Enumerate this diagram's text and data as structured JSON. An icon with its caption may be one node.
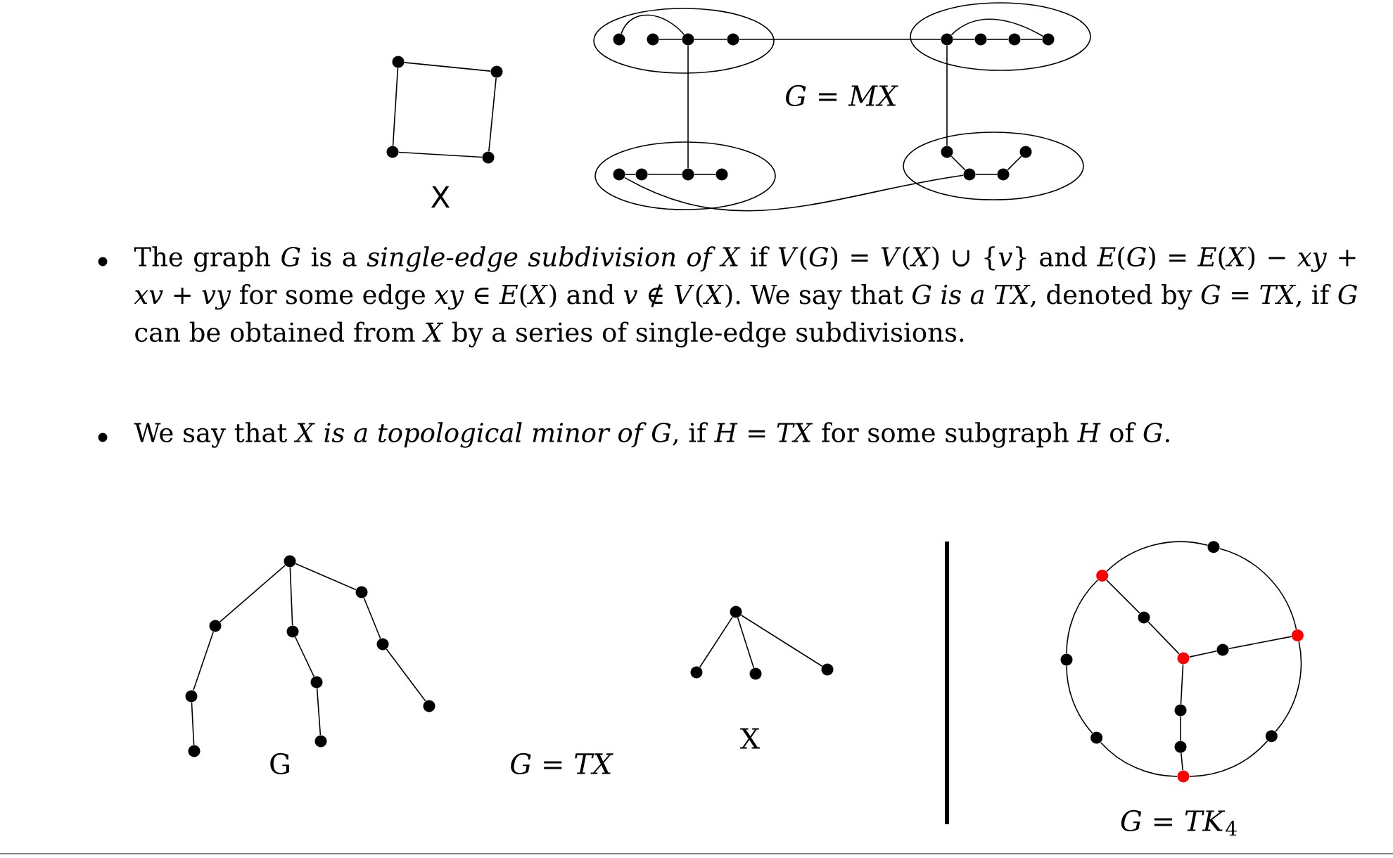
{
  "diagram": {
    "nodes": [
      {
        "text": [],
        "shape": "circle"
      },
      {
        "text": [],
        "shape": "circle"
      },
      {
        "text": [],
        "shape": "circle"
      },
      {
        "text": [],
        "shape": "circle"
      },
      {
        "text": [],
        "shape": "ellipse"
      },
      {
        "text": [],
        "shape": "circle",
        "in": 4
      },
      {
        "text": [],
        "shape": "circle",
        "in": 4
      },
      {
        "text": [],
        "shape": "circle",
        "in": 4
      },
      {
        "text": [],
        "shape": "circle",
        "in": 4
      },
      {
        "text": [],
        "shape": "ellipse"
      },
      {
        "text": [],
        "shape": "circle",
        "in": 9
      },
      {
        "text": [],
        "shape": "circle",
        "in": 9
      },
      {
        "text": [],
        "shape": "circle",
        "in": 9
      },
      {
        "text": [],
        "shape": "circle",
        "in": 9
      },
      {
        "text": [],
        "shape": "ellipse"
      },
      {
        "text": [],
        "shape": "circle",
        "in": 14
      },
      {
        "text": [],
        "shape": "circle",
        "in": 14
      },
      {
        "text": [],
        "shape": "circle",
        "in": 14
      },
      {
        "text": [],
        "shape": "circle",
        "in": 14
      },
      {
        "text": [],
        "shape": "ellipse"
      },
      {
        "text": [],
        "shape": "circle",
        "in": 19
      },
      {
        "text": [],
        "shape": "circle",
        "in": 19
      },
      {
        "text": [],
        "shape": "circle",
        "in": 19
      },
      {
        "text": [],
        "shape": "circle",
        "in": 19
      },
      {
        "text": [],
        "shape": "circle"
      },
      {
        "text": [],
        "shape": "circle"
      },
      {
        "text": [],
        "shape": "circle"
      },
      {
        "text": [],
        "shape": "circle"
      },
      {
        "text": [],
        "shape": "circle"
      },
      {
        "text": [],
        "shape": "circle"
      },
      {
        "text": [],
        "shape": "circle"
      },
      {
        "text": [],
        "shape": "circle"
      },
      {
        "text": [],
        "shape": "circle"
      },
      {
        "text": [],
        "shape": "circle"
      },
      {
        "text": [],
        "shape": "circle"
      },
      {
        "text": [],
        "shape": "circle"
      },
      {
        "text": [],
        "shape": "circle"
      },
      {
        "text": [],
        "shape": "circle"
      },
      {
        "text": [],
        "shape": "circle"
      },
      {
        "text": [],
        "shape": "circle"
      },
      {
        "text": [],
        "shape": "circle"
      },
      {
        "text": [],
        "shape": "circle"
      },
      {
        "text": [],
        "shape": "circle"
      },
      {
        "text": [],
        "shape": "circle"
      },
      {
        "text": [],
        "shape": "circle"
      },
      {
        "text": [],
        "shape": "circle"
      },
      {
        "text": [],
        "shape": "circle"
      },
      {
        "text": [],
        "shape": "circle"
      },
      {
        "text": [],
        "shape": "circle"
      },
      {
        "text": [],
        "shape": "circle"
      }
    ],
    "edges": [
      {
        "from": 0,
        "to": 1,
        "arrow": "none"
      },
      {
        "from": 1,
        "to": 3,
        "arrow": "none"
      },
      {
        "from": 3,
        "to": 2,
        "arrow": "none"
      },
      {
        "from": 2,
        "to": 0,
        "arrow": "none"
      },
      {
        "from": 5,
        "to": 7,
        "arrow": "none"
      },
      {
        "from": 6,
        "to": 7,
        "arrow": "none"
      },
      {
        "from": 7,
        "to": 8,
        "arrow": "none"
      },
      {
        "from": 8,
        "to": 10,
        "arrow": "none"
      },
      {
        "from": 10,
        "to": 11,
        "arrow": "none"
      },
      {
        "from": 11,
        "to": 12,
        "arrow": "none"
      },
      {
        "from": 12,
        "to": 13,
        "arrow": "none"
      },
      {
        "from": 10,
        "to": 13,
        "arrow": "none"
      },
      {
        "from": 7,
        "to": 17,
        "arrow": "none"
      },
      {
        "from": 10,
        "to": 20,
        "arrow": "none"
      },
      {
        "from": 15,
        "to": 16,
        "arrow": "none"
      },
      {
        "from": 16,
        "to": 17,
        "arrow": "none"
      },
      {
        "from": 17,
        "to": 18,
        "arrow": "none"
      },
      {
        "from": 15,
        "to": 21,
        "arrow": "none"
      },
      {
        "from": 20,
        "to": 21,
        "arrow": "none"
      },
      {
        "from": 21,
        "to": 22,
        "arrow": "none"
      },
      {
        "from": 22,
        "to": 23,
        "arrow": "none"
      },
      {
        "from": 24,
        "to": 26,
        "arrow": "none"
      },
      {
        "from": 26,
        "to": 30,
        "arrow": "none"
      },
      {
        "from": 30,
        "to": 33,
        "arrow": "none"
      },
      {
        "from": 24,
        "to": 27,
        "arrow": "none"
      },
      {
        "from": 27,
        "to": 29,
        "arrow": "none"
      },
      {
        "from": 29,
        "to": 32,
        "arrow": "none"
      },
      {
        "from": 24,
        "to": 25,
        "arrow": "none"
      },
      {
        "from": 25,
        "to": 28,
        "arrow": "none"
      },
      {
        "from": 28,
        "to": 31,
        "arrow": "none"
      },
      {
        "from": 34,
        "to": 35,
        "arrow": "none"
      },
      {
        "from": 34,
        "to": 36,
        "arrow": "none"
      },
      {
        "from": 34,
        "to": 37,
        "arrow": "none"
      },
      {
        "from": 43,
        "to": 41,
        "arrow": "none"
      },
      {
        "from": 41,
        "to": 39,
        "arrow": "none"
      },
      {
        "from": 43,
        "to": 42,
        "arrow": "none"
      },
      {
        "from": 42,
        "to": 40,
        "arrow": "none"
      },
      {
        "from": 43,
        "to": 45,
        "arrow": "none"
      },
      {
        "from": 45,
        "to": 48,
        "arrow": "none"
      },
      {
        "from": 48,
        "to": 49,
        "arrow": "none"
      },
      {
        "from": 40,
        "to": 38,
        "arrow": "none"
      },
      {
        "from": 38,
        "to": 39,
        "arrow": "none"
      },
      {
        "from": 39,
        "to": 44,
        "arrow": "none"
      },
      {
        "from": 44,
        "to": 47,
        "arrow": "none"
      },
      {
        "from": 47,
        "to": 49,
        "arrow": "none"
      },
      {
        "from": 49,
        "to": 46,
        "arrow": "none"
      },
      {
        "from": 46,
        "to": 40,
        "arrow": "none"
      }
    ],
    "labels": [
      "*G* = *MX*",
      "X",
      "The graph *G* is a *single-edge subdivision of X* if *V*(*G*) = *V*(*X*) ∪ {*v*} and *E*(*G*) = *E*(*X*) − *xy* + *xv* + *vy* for some edge *xy* ∈ *E*(*X*) and *v* ∉ *V*(*X*). We say that *G* *is a TX*, denoted by *G* = *TX*, if *G* can be obtained from *X* by a series of single-edge subdivisions.",
      "We say that *X* *is a topological minor of G*, if *H* = *TX* for some subgraph *H* of *G*.",
      "X",
      "G",
      "*G* = *TX*",
      "*G* = *TK*$_{4}$"
    ]
  }
}
